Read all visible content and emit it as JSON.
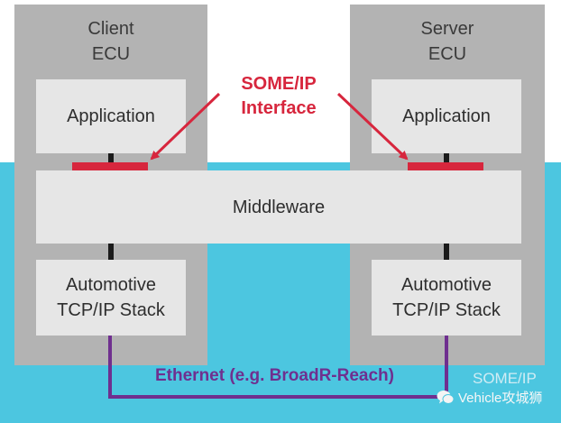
{
  "client_ecu": {
    "title": "Client\nECU",
    "application": "Application",
    "stack": "Automotive\nTCP/IP Stack"
  },
  "server_ecu": {
    "title": "Server\nECU",
    "application": "Application",
    "stack": "Automotive\nTCP/IP Stack"
  },
  "middleware": "Middleware",
  "interface_annotation": "SOME/IP\nInterface",
  "ethernet_label": "Ethernet (e.g. BroadR-Reach)",
  "corner_label": "SOME/IP",
  "watermark": "Vehicle攻城狮",
  "colors": {
    "background_band": "#4cc6e0",
    "ecu": "#b3b3b3",
    "box": "#e6e6e6",
    "interface": "#d7263d",
    "ethernet": "#6f2f8f"
  }
}
